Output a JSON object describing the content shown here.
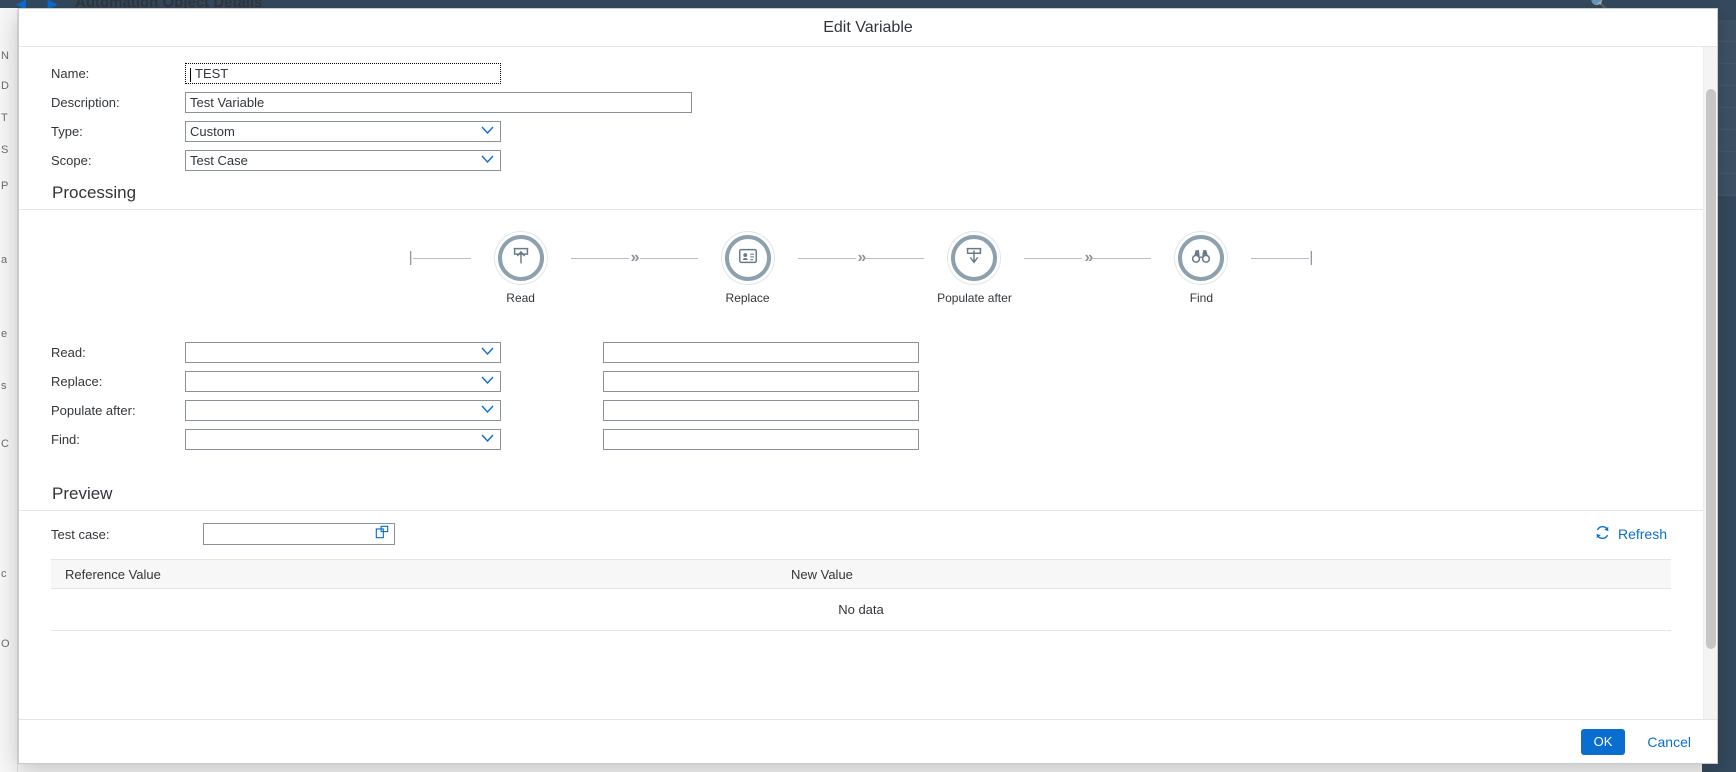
{
  "background": {
    "app_title": "Automation Object Details",
    "nav_icons": [
      "back-icon",
      "forward-icon"
    ],
    "search_icon": "search-icon",
    "left_edge_labels": [
      "N",
      "D",
      "T",
      "S",
      "P",
      "a",
      "e",
      "s",
      "C",
      "c",
      "O"
    ]
  },
  "dialog": {
    "title": "Edit Variable",
    "form": {
      "name": {
        "label": "Name:",
        "value": "TEST",
        "focused": true
      },
      "description": {
        "label": "Description:",
        "value": "Test Variable"
      },
      "type": {
        "label": "Type:",
        "value": "Custom",
        "icon": "chevron-down-icon"
      },
      "scope": {
        "label": "Scope:",
        "value": "Test Case",
        "icon": "chevron-down-icon"
      }
    },
    "processing": {
      "section_label": "Processing",
      "start_cap": "|",
      "end_cap": "|",
      "separator": "»",
      "steps": [
        {
          "label": "Read",
          "icon": "upload-to-tray-icon"
        },
        {
          "label": "Replace",
          "icon": "contact-card-icon"
        },
        {
          "label": "Populate after",
          "icon": "download-from-tray-icon"
        },
        {
          "label": "Find",
          "icon": "binoculars-icon"
        }
      ],
      "mappings": [
        {
          "label": "Read:",
          "select_value": "",
          "select_icon": "chevron-down-icon",
          "text_value": ""
        },
        {
          "label": "Replace:",
          "select_value": "",
          "select_icon": "chevron-down-icon",
          "text_value": ""
        },
        {
          "label": "Populate after:",
          "select_value": "",
          "select_icon": "chevron-down-icon",
          "text_value": ""
        },
        {
          "label": "Find:",
          "select_value": "",
          "select_icon": "chevron-down-icon",
          "text_value": ""
        }
      ]
    },
    "preview": {
      "section_label": "Preview",
      "test_case": {
        "label": "Test case:",
        "value": "",
        "icon": "value-help-icon"
      },
      "refresh": {
        "label": "Refresh",
        "icon": "refresh-icon"
      },
      "table": {
        "columns": [
          "Reference Value",
          "New Value"
        ],
        "rows": [],
        "empty_text": "No data"
      }
    },
    "footer": {
      "ok_label": "OK",
      "cancel_label": "Cancel"
    }
  },
  "colors": {
    "accent_blue": "#0a6ed1",
    "shell_dark": "#354a5f",
    "flow_circle": "#8ca0ad",
    "border_gray": "#89919a"
  }
}
